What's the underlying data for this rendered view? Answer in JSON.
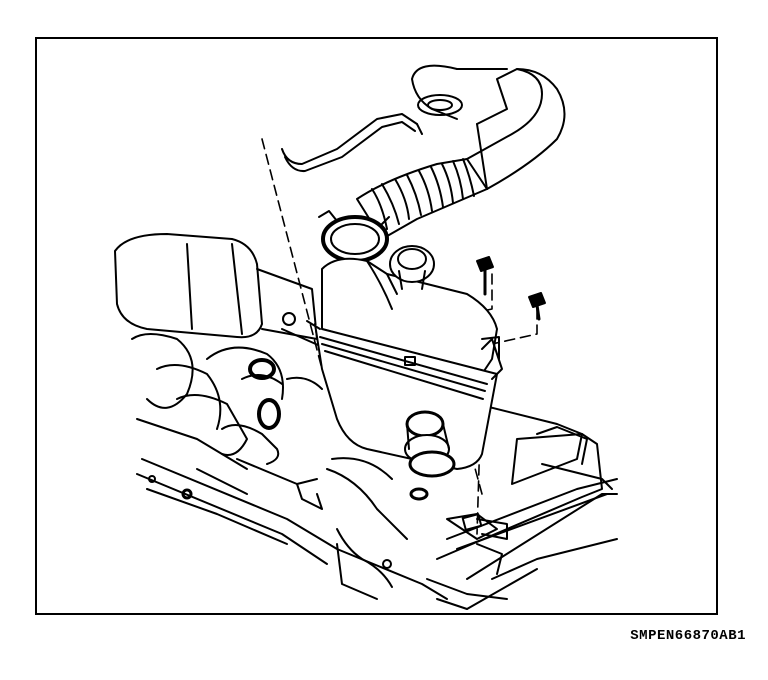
{
  "figure": {
    "caption": "SMPEN66870AB1",
    "stroke_color": "#000000",
    "background_color": "#ffffff"
  },
  "parts": [
    "intake-duct",
    "corrugated-hose",
    "hose-clamp",
    "breather-hose",
    "air-cleaner-housing",
    "air-cleaner-lid",
    "mounting-bolt",
    "mounting-bolt",
    "outlet-boot",
    "engine-cover",
    "radiator-support",
    "battery-tray"
  ]
}
